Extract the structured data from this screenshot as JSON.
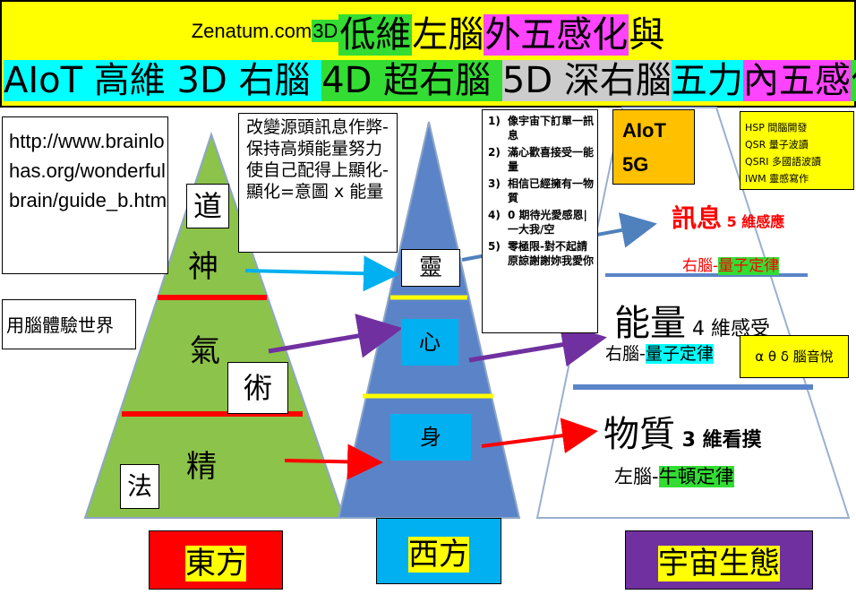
{
  "title": {
    "site": "Zenatum.com",
    "line1": [
      {
        "text": "3D",
        "bg": "#33dd33"
      },
      {
        "text": "低維",
        "bg": "#33dd33"
      },
      {
        "text": "左腦",
        "bg": "#ffff00"
      },
      {
        "text": "外五感化",
        "bg": "#ff44ff"
      },
      {
        "text": "與",
        "bg": "#ffff00"
      }
    ],
    "line2": [
      {
        "text": "AIoT 高維 3D 右腦 ",
        "bg": "#00ffff"
      },
      {
        "text": "4D 超右腦 ",
        "bg": "#33dd33"
      },
      {
        "text": "5D 深右腦",
        "bg": "#cccccc"
      },
      {
        "text": "五力",
        "bg": "#00ffff"
      },
      {
        "text": "內五感",
        "bg": "#ff44ff"
      },
      {
        "text": "化",
        "bg": "#33dd33"
      }
    ]
  },
  "url_box": {
    "text": "http://www.brainlohas.org/wonderfulbrain/guide_b.htm"
  },
  "brain_world_box": {
    "text": "用腦體驗世界"
  },
  "change_box": {
    "text": "改變源頭訊息作弊-保持高頻能量努力使自己配得上顯化-顯化=意圖 x 能量"
  },
  "steps": [
    {
      "num": "1)",
      "text": "像宇宙下訂單一訊息"
    },
    {
      "num": "2)",
      "text": "滿心歡喜接受一能量"
    },
    {
      "num": "3)",
      "text": "相信已經擁有一物質"
    },
    {
      "num": "4)",
      "text": "0 期待光愛感恩|一大我/空"
    },
    {
      "num": "5)",
      "text": "零極限-對不起請原諒謝謝妳我愛你"
    }
  ],
  "aiot_box": {
    "line1": "AIoT",
    "line2": "5G"
  },
  "tech_box": {
    "items": [
      "HSP 間腦開發",
      "QSR 量子波讀",
      "QSRI 多國語波讀",
      "IWM 靈感寫作"
    ]
  },
  "east": {
    "labels": {
      "dao": "道",
      "shen": "神",
      "qi": "氣",
      "shu": "術",
      "jing": "精",
      "fa": "法"
    },
    "caption": "東方"
  },
  "west": {
    "labels": {
      "ling": "靈",
      "xin": "心",
      "shen": "身"
    },
    "caption": "西方"
  },
  "cosmos": {
    "info": {
      "main": "訊息",
      "sub": " 5 維感應"
    },
    "info_brain": {
      "prefix": "右腦-",
      "law": "量子定律"
    },
    "energy": {
      "main": "能量",
      "sub": " 4 維感受"
    },
    "energy_brain": {
      "prefix": "右腦-",
      "law": "量子定律"
    },
    "waves": "α θ δ 腦音悅",
    "matter": {
      "main": "物質",
      "sub": " 3 維看摸"
    },
    "matter_brain": {
      "prefix": "左腦-",
      "law": "牛頓定律"
    },
    "caption": "宇宙生態"
  },
  "colors": {
    "east_green": "#8cc34a",
    "west_blue": "#5b84c8",
    "red_line": "#ff0000",
    "yellow_line": "#ffff00",
    "arrow_cyan": "#00b0f0",
    "arrow_purple": "#7030a0",
    "arrow_steel": "#4f81bd",
    "cyan": "#00ffff",
    "green": "#33dd33",
    "yellow": "#ffff00",
    "orange": "#ffc000",
    "purple": "#7030a0",
    "cosmos_bar": "#5b84c8"
  }
}
